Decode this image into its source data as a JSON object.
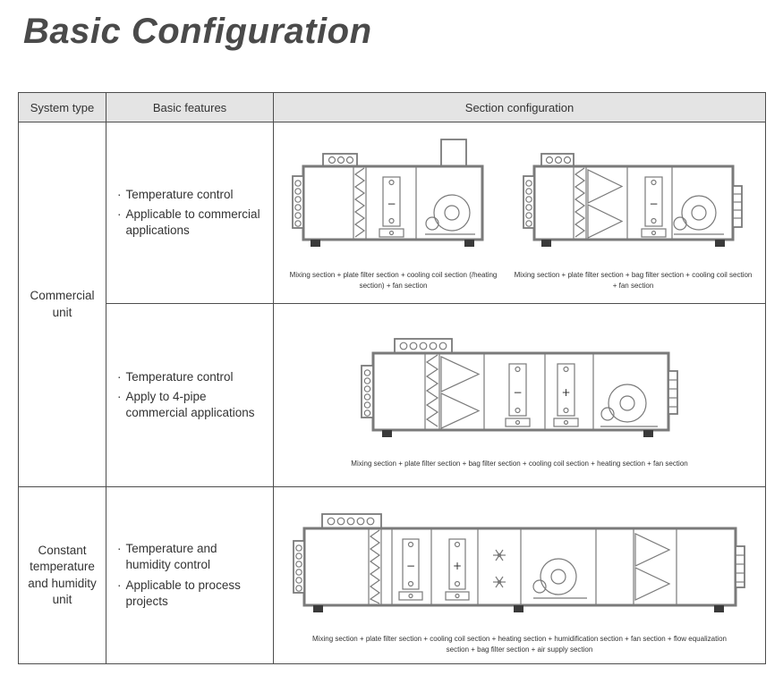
{
  "page": {
    "title": "Basic Configuration"
  },
  "bullet": "·",
  "symbols": {
    "cooling": "−",
    "heating": "+"
  },
  "table": {
    "headers": {
      "system_type": "System type",
      "basic_features": "Basic features",
      "section_configuration": "Section configuration"
    },
    "rows": [
      {
        "system_type": "Commercial unit",
        "sub_rows": [
          {
            "features": [
              "Temperature control",
              "Applicable to commercial applications"
            ],
            "diagrams": [
              {
                "caption": "Mixing section + plate filter section + cooling coil section (/heating section) + fan section"
              },
              {
                "caption": "Mixing section + plate filter section + bag filter section + cooling coil section + fan section"
              }
            ]
          },
          {
            "features": [
              "Temperature control",
              "Apply to 4-pipe commercial applications"
            ],
            "diagrams": [
              {
                "caption": "Mixing section + plate filter section + bag filter section + cooling coil section + heating section + fan section"
              }
            ]
          }
        ]
      },
      {
        "system_type": "Constant temperature and humidity unit",
        "sub_rows": [
          {
            "features": [
              "Temperature and humidity control",
              "Applicable to process projects"
            ],
            "diagrams": [
              {
                "caption": "Mixing section + plate filter section + cooling coil section + heating section + humidification section + fan section + flow equalization section + bag filter section + air supply section"
              }
            ]
          }
        ]
      }
    ]
  }
}
